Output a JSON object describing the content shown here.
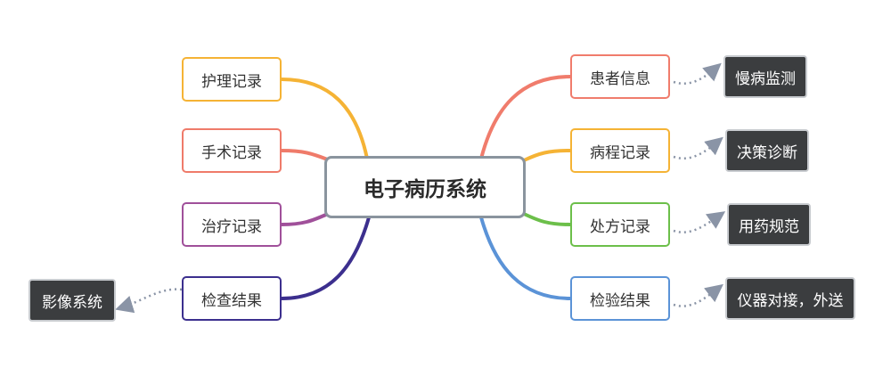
{
  "center": {
    "label": "电子病历系统"
  },
  "left_branches": [
    {
      "label": "护理记录",
      "color": "#f5b335"
    },
    {
      "label": "手术记录",
      "color": "#ef7b6a"
    },
    {
      "label": "治疗记录",
      "color": "#a0509a"
    },
    {
      "label": "检查结果",
      "color": "#3c2f8e"
    }
  ],
  "right_branches": [
    {
      "label": "患者信息",
      "color": "#f07c6c"
    },
    {
      "label": "病程记录",
      "color": "#f5b335"
    },
    {
      "label": "处方记录",
      "color": "#6cbf4a"
    },
    {
      "label": "检验结果",
      "color": "#5b93d7"
    }
  ],
  "external_systems": {
    "left": [
      {
        "label": "影像系统"
      }
    ],
    "right": [
      {
        "label": "慢病监测"
      },
      {
        "label": "决策诊断"
      },
      {
        "label": "用药规范"
      },
      {
        "label": "仪器对接，外送"
      }
    ]
  },
  "connector_color": "#8a94a6"
}
